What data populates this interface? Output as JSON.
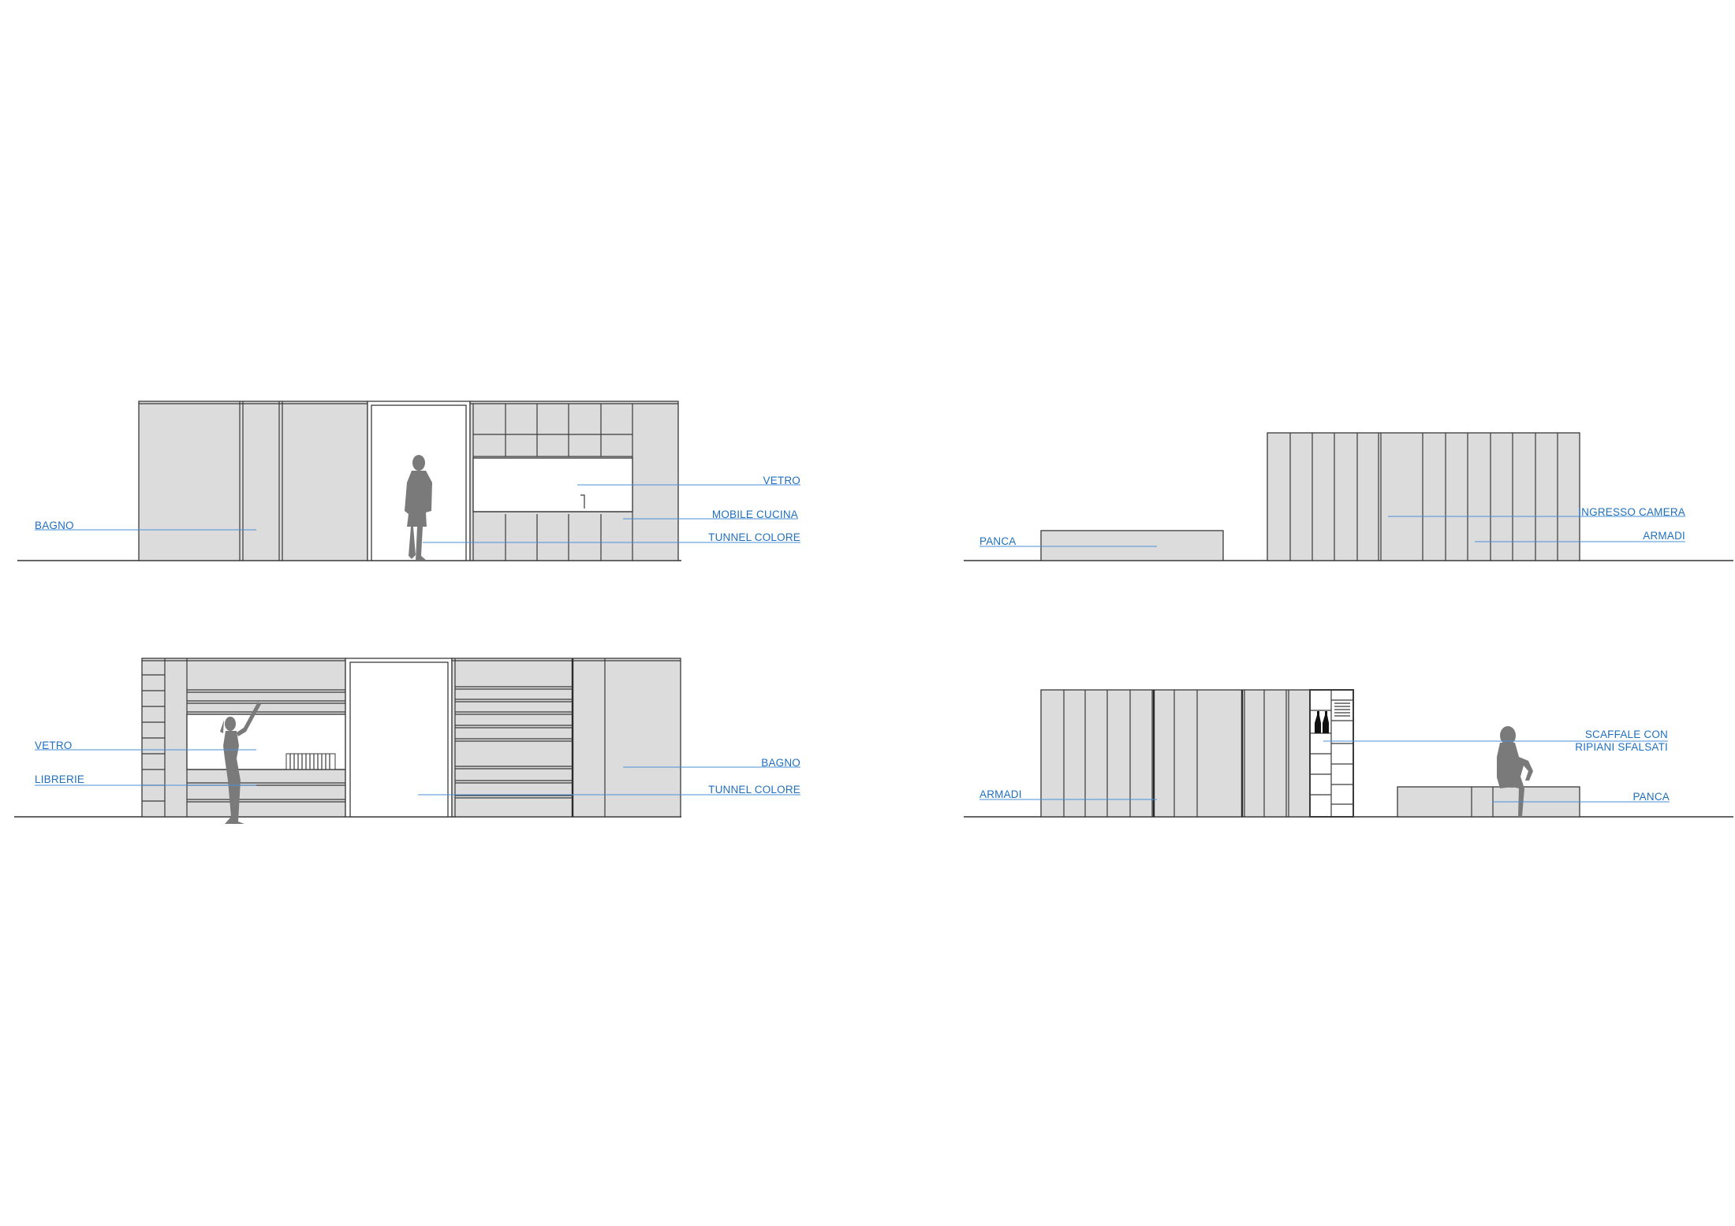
{
  "labels": {
    "elev1": {
      "bagno": "BAGNO",
      "vetro": "VETRO",
      "mobile_cucina": "MOBILE CUCINA",
      "tunnel_colore": "TUNNEL COLORE"
    },
    "elev2": {
      "panca": "PANCA",
      "ingresso_camera": "INGRESSO CAMERA",
      "armadi": "ARMADI"
    },
    "elev3": {
      "vetro": "VETRO",
      "librerie": "LIBRERIE",
      "bagno": "BAGNO",
      "tunnel_colore": "TUNNEL COLORE"
    },
    "elev4": {
      "armadi": "ARMADI",
      "scaffale_line1": "SCAFFALE CON",
      "scaffale_line2": "RIPIANI SFALSATI",
      "panca": "PANCA"
    }
  },
  "colors": {
    "label": "#1f6fbf",
    "leader": "#4a90d9",
    "panel_fill": "#dcdcdc",
    "outline": "#3a3a3a",
    "figure": "#7a7a7a"
  }
}
